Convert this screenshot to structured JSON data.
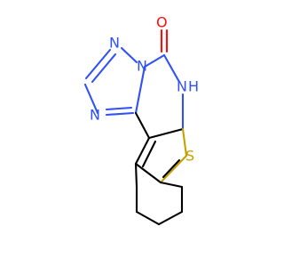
{
  "molecule": {
    "colors": {
      "carbon_bond": "#000000",
      "nitrogen": "#3050F8",
      "oxygen": "#FF0D0D",
      "sulfur": "#C8A000",
      "background": "#FFFFFF"
    },
    "labels": {
      "O": "O",
      "NH": "N",
      "H": "H",
      "N_top": "N",
      "N_bridge": "N",
      "N_left": "N",
      "S": "S"
    }
  }
}
